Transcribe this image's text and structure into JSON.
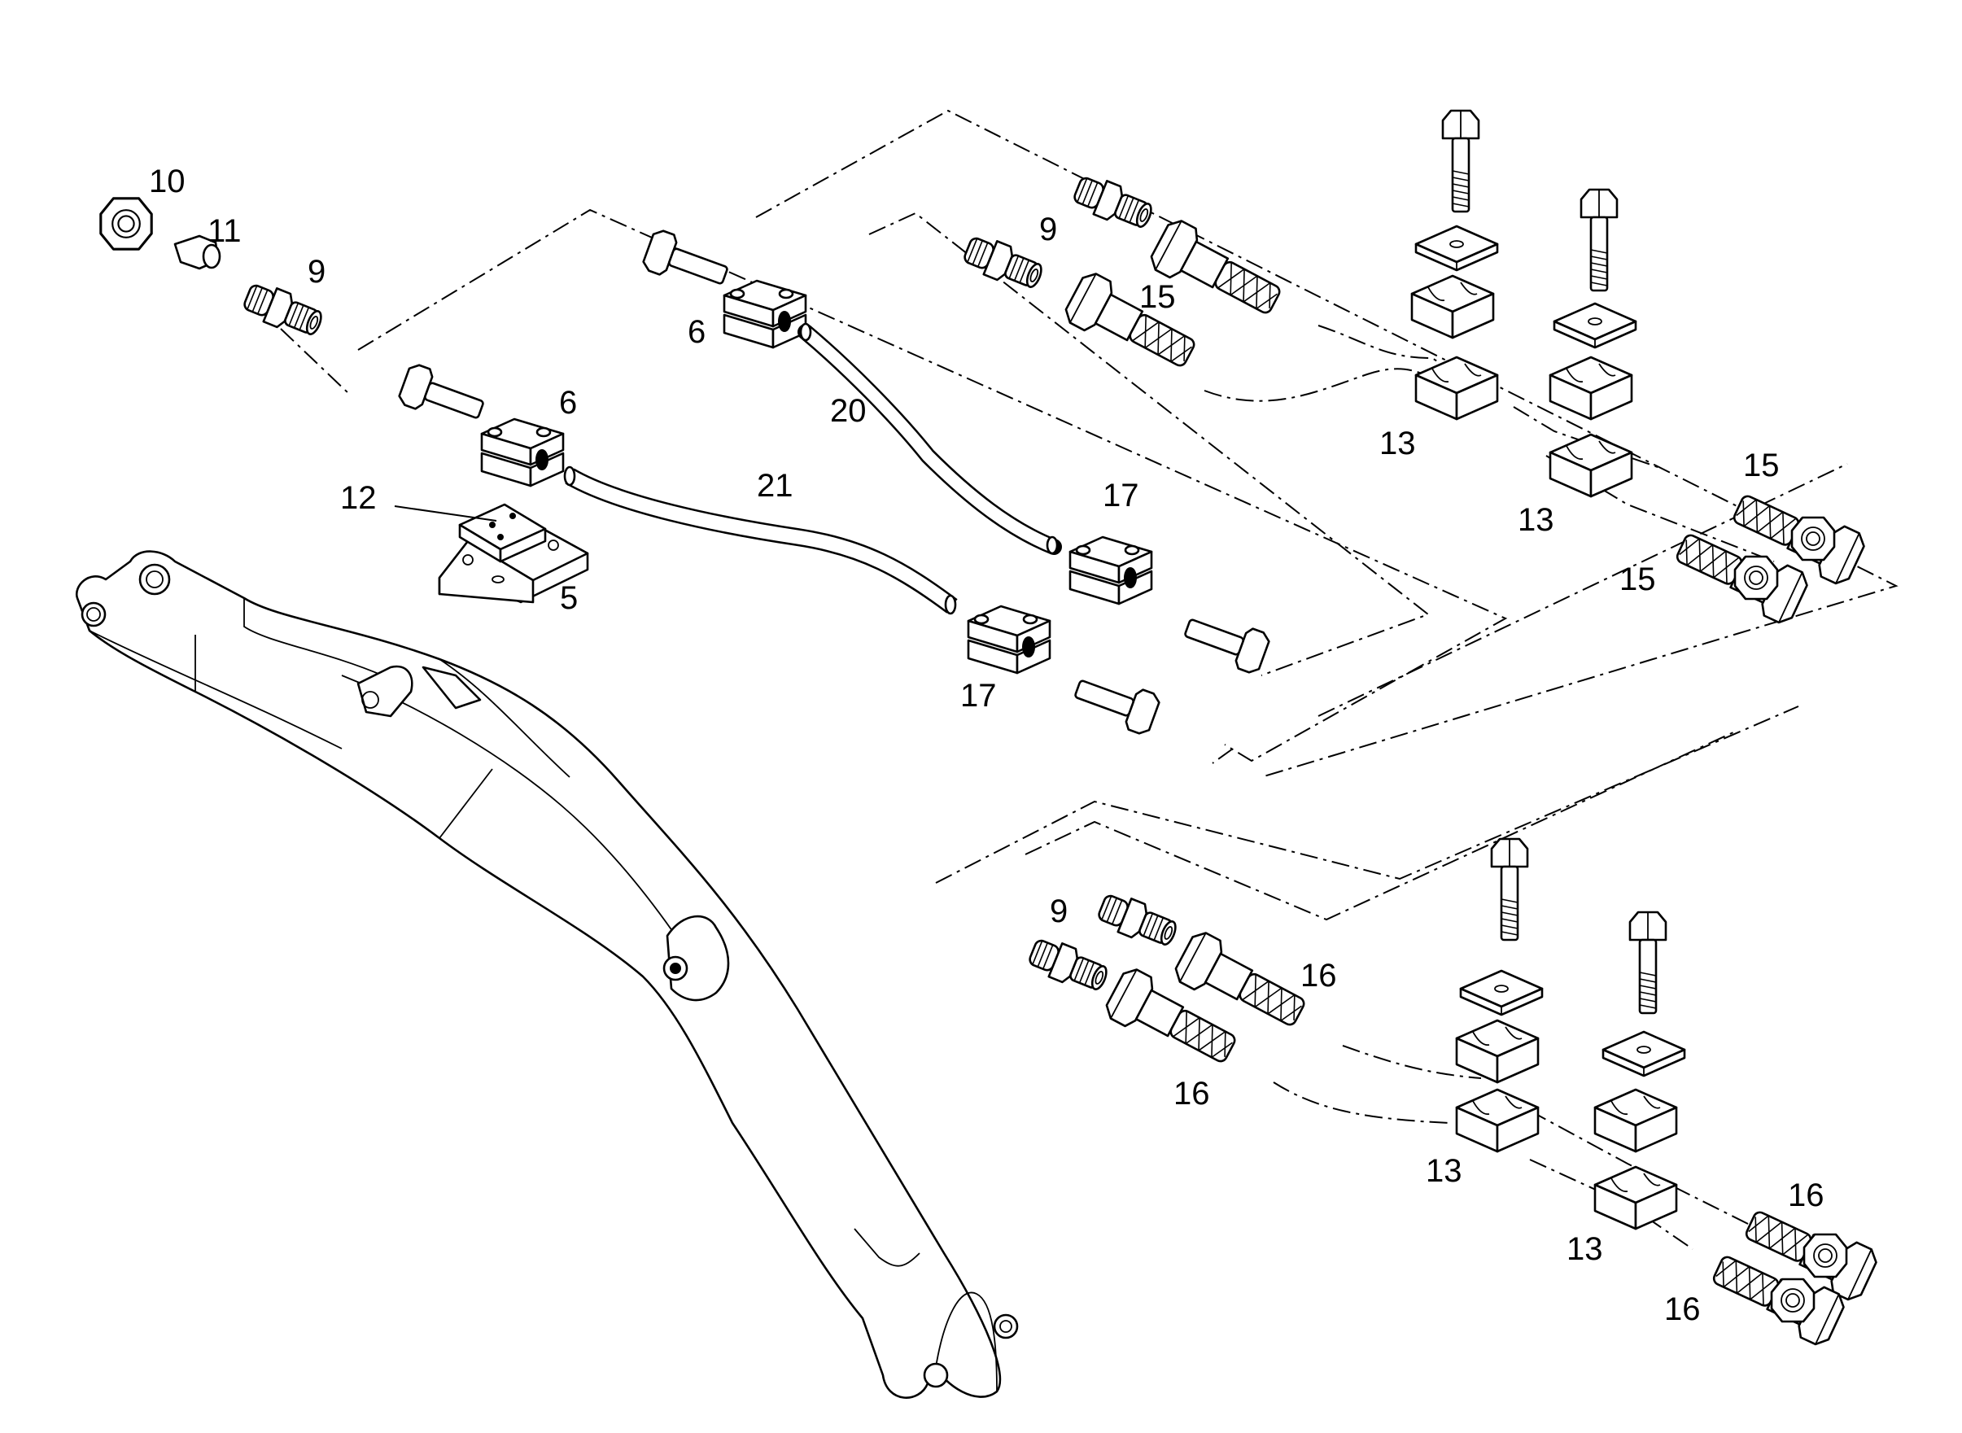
{
  "diagram": {
    "callouts": [
      {
        "id": "c-10",
        "text": "10"
      },
      {
        "id": "c-11",
        "text": "11"
      },
      {
        "id": "c-9a",
        "text": "9"
      },
      {
        "id": "c-6a",
        "text": "6"
      },
      {
        "id": "c-6b",
        "text": "6"
      },
      {
        "id": "c-12",
        "text": "12"
      },
      {
        "id": "c-5",
        "text": "5"
      },
      {
        "id": "c-21",
        "text": "21"
      },
      {
        "id": "c-20",
        "text": "20"
      },
      {
        "id": "c-17a",
        "text": "17"
      },
      {
        "id": "c-17b",
        "text": "17"
      },
      {
        "id": "c-9b",
        "text": "9"
      },
      {
        "id": "c-15a",
        "text": "15"
      },
      {
        "id": "c-13a",
        "text": "13"
      },
      {
        "id": "c-13b",
        "text": "13"
      },
      {
        "id": "c-15b",
        "text": "15"
      },
      {
        "id": "c-15c",
        "text": "15"
      },
      {
        "id": "c-9c",
        "text": "9"
      },
      {
        "id": "c-16a",
        "text": "16"
      },
      {
        "id": "c-16b",
        "text": "16"
      },
      {
        "id": "c-13c",
        "text": "13"
      },
      {
        "id": "c-13d",
        "text": "13"
      },
      {
        "id": "c-16c",
        "text": "16"
      },
      {
        "id": "c-16d",
        "text": "16"
      }
    ]
  }
}
